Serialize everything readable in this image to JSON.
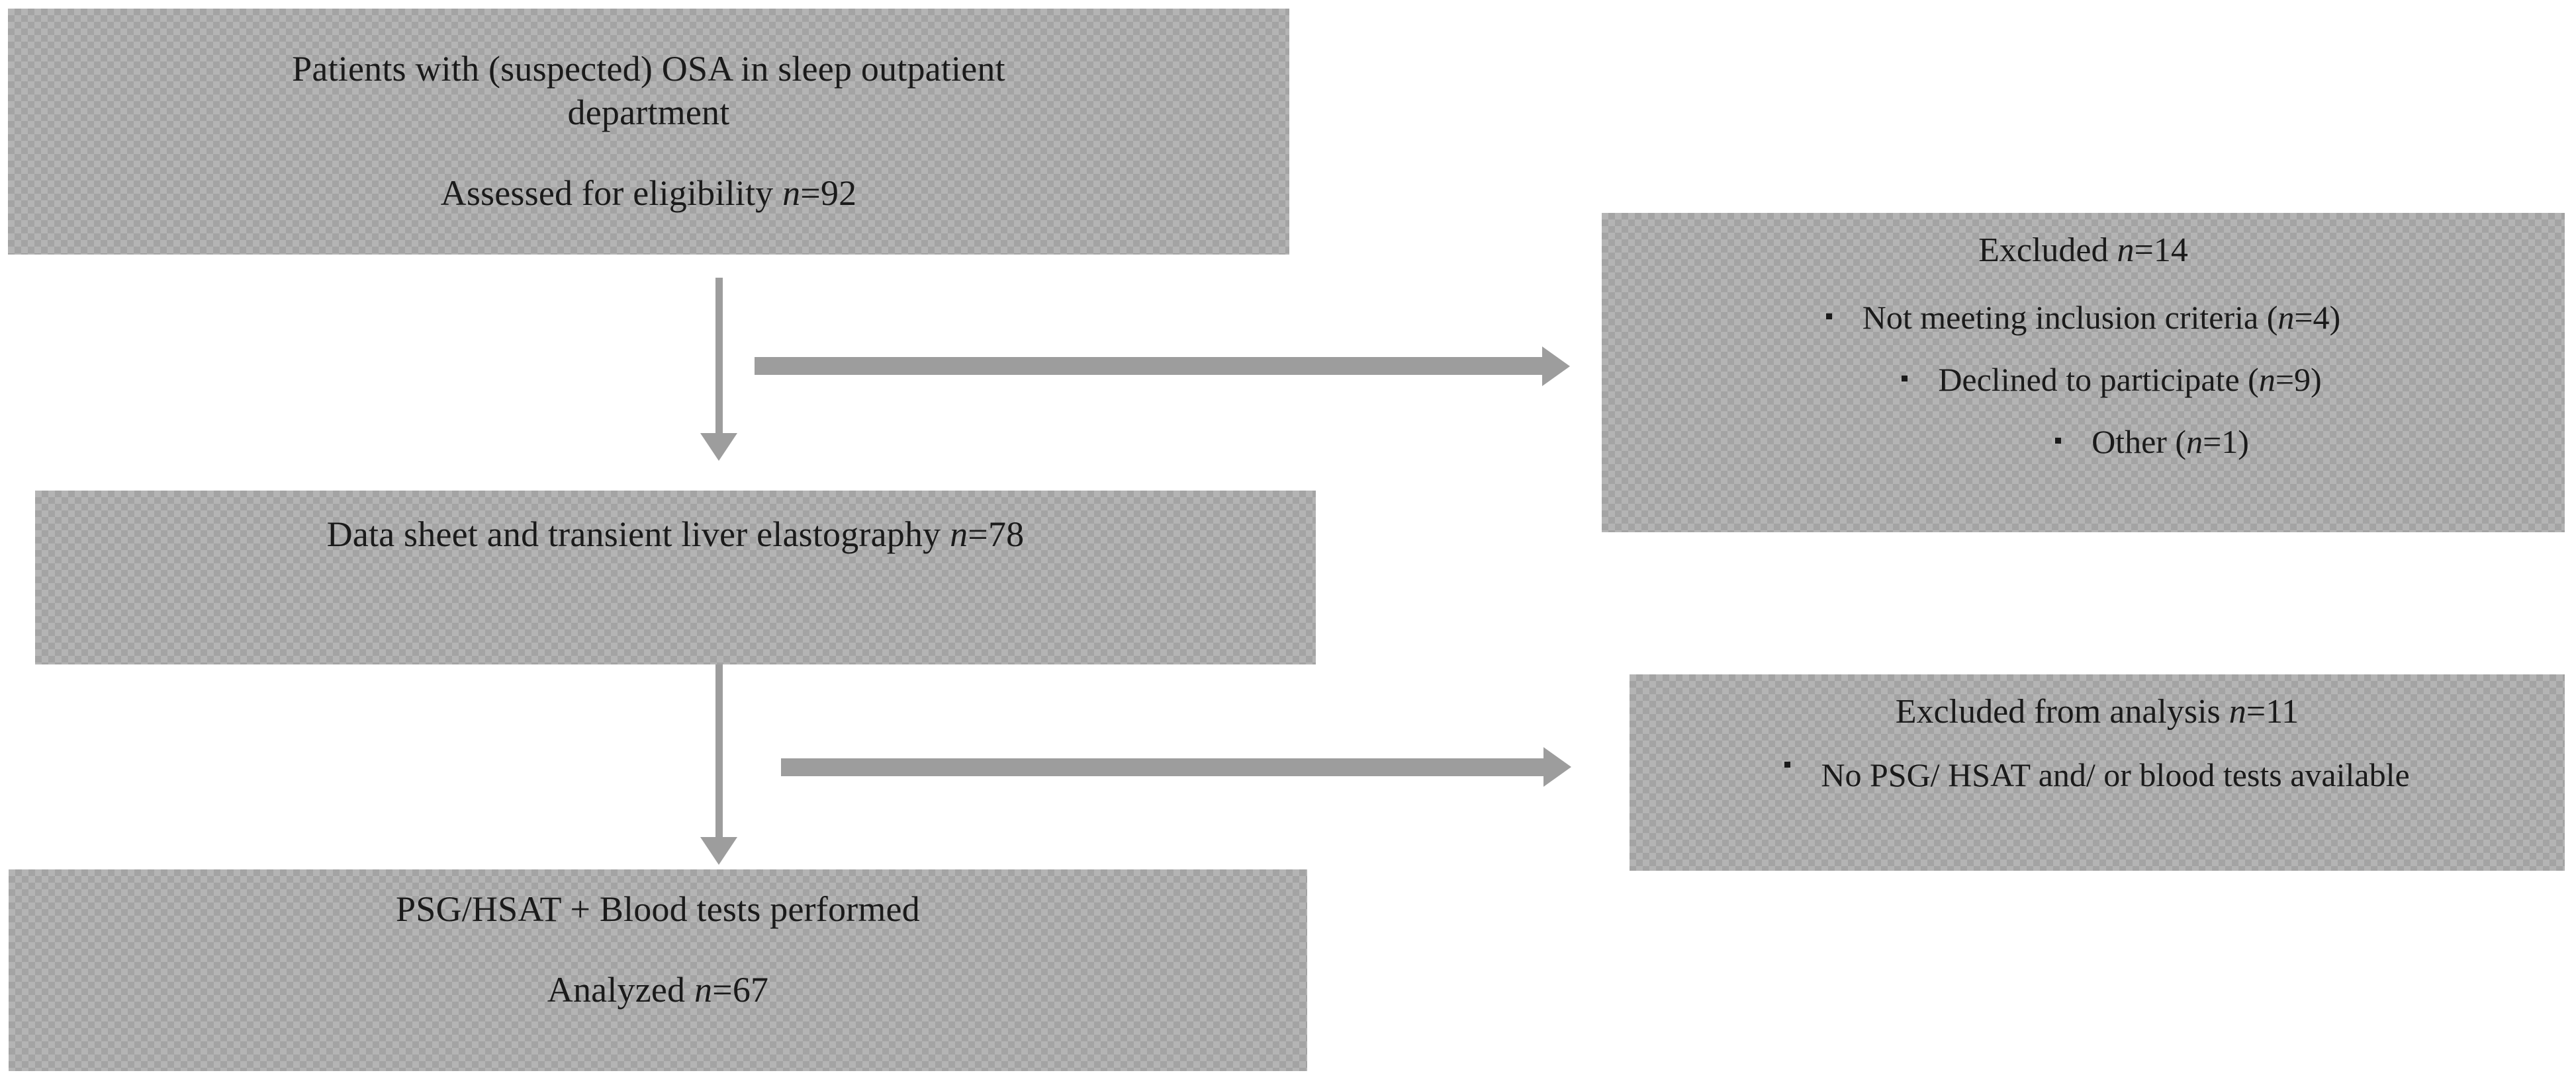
{
  "diagram": {
    "type": "flowchart",
    "title": "Patient enrollment flow diagram",
    "colors": {
      "box_fill": "#b4b4b4",
      "box_texture": "#969696",
      "arrow": "#9d9d9d",
      "text": "#1a1a1a",
      "page_background": "#ffffff"
    }
  },
  "boxes": {
    "enrollment": {
      "line1": "Patients with (suspected) OSA in sleep outpatient",
      "line2": "department",
      "line3_prefix": "Assessed for eligibility   ",
      "line3_n_italic": "n",
      "line3_n_value": "=92"
    },
    "excluded_1": {
      "title_prefix": "Excluded ",
      "title_n_italic": "n",
      "title_n_value": "=14",
      "items": [
        {
          "text_prefix": "Not meeting inclusion criteria (",
          "n_italic": "n",
          "n_value": "=4)"
        },
        {
          "text_prefix": "Declined to participate (",
          "n_italic": "n",
          "n_value": "=9)"
        },
        {
          "text_prefix": "Other  (",
          "n_italic": "n",
          "n_value": "=1)"
        }
      ]
    },
    "assessment": {
      "line1_prefix": "Data sheet and transient liver  elastography  ",
      "line1_n_italic": "n",
      "line1_n_value": "=78"
    },
    "excluded_2": {
      "title_prefix": "Excluded  from analysis ",
      "title_n_italic": "n",
      "title_n_value": "=11",
      "items": [
        {
          "text_prefix": "No PSG/ HSAT and/ or blood tests available",
          "n_italic": "",
          "n_value": ""
        }
      ]
    },
    "analysis": {
      "line1": "PSG/HSAT + Blood  tests performed",
      "line2_prefix": "Analyzed  ",
      "line2_n_italic": "n",
      "line2_n_value": "=67"
    }
  },
  "arrows": {
    "enrollment_to_assessment": "down-arrow",
    "enrollment_to_excluded_1": "right-arrow",
    "assessment_to_analysis": "down-arrow",
    "assessment_to_excluded_2": "right-arrow"
  }
}
